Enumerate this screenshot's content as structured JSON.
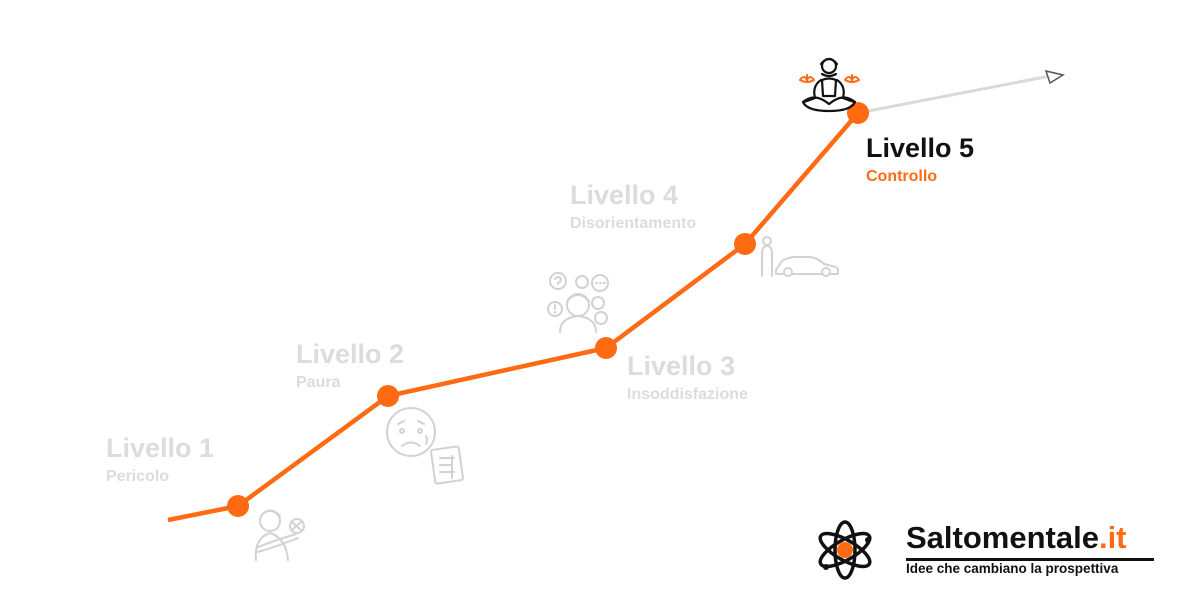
{
  "colors": {
    "accent": "#ff6a13",
    "inactive": "#dcdcdc",
    "text": "#111111",
    "arrow": "#d9d9d9"
  },
  "levels": [
    {
      "title": "Livello 1",
      "subtitle": "Pericolo",
      "icon": "woman-with-baby-icon",
      "active": false
    },
    {
      "title": "Livello 2",
      "subtitle": "Paura",
      "icon": "worried-face-and-bill-icon",
      "active": false
    },
    {
      "title": "Livello 3",
      "subtitle": "Insoddisfazione",
      "icon": "confused-person-icon",
      "active": false
    },
    {
      "title": "Livello 4",
      "subtitle": "Disorientamento",
      "icon": "man-and-car-icon",
      "active": false
    },
    {
      "title": "Livello 5",
      "subtitle": "Controllo",
      "icon": "meditating-woman-icon",
      "active": true
    }
  ],
  "brand": {
    "name": "Saltomentale",
    "tld": ".it",
    "tagline": "Idee che cambiano la prospettiva",
    "logo": "atom-logo-icon"
  }
}
